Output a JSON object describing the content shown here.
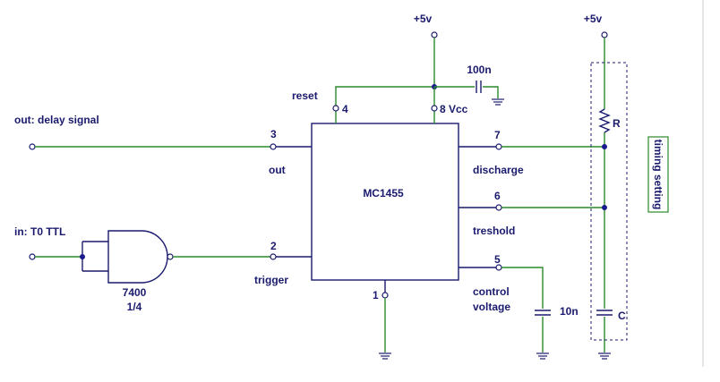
{
  "power": {
    "vcc_left": "+5v",
    "vcc_right": "+5v"
  },
  "ic": {
    "name": "MC1455"
  },
  "pins": {
    "p3": "3",
    "p2": "2",
    "p4": "4",
    "p8": "8 Vcc",
    "p7": "7",
    "p6": "6",
    "p5": "5",
    "p1": "1"
  },
  "signals": {
    "reset": "reset",
    "out": "out",
    "trigger": "trigger",
    "discharge": "discharge",
    "treshold": "treshold",
    "control": "control",
    "voltage": "voltage"
  },
  "io": {
    "output": "out: delay signal",
    "input": "in: T0 TTL"
  },
  "gate": {
    "name": "7400",
    "fraction": "1/4"
  },
  "components": {
    "cap_100n": "100n",
    "cap_10n": "10n",
    "resistor": "R",
    "capacitor": "C"
  },
  "timing_box": "timing setting"
}
